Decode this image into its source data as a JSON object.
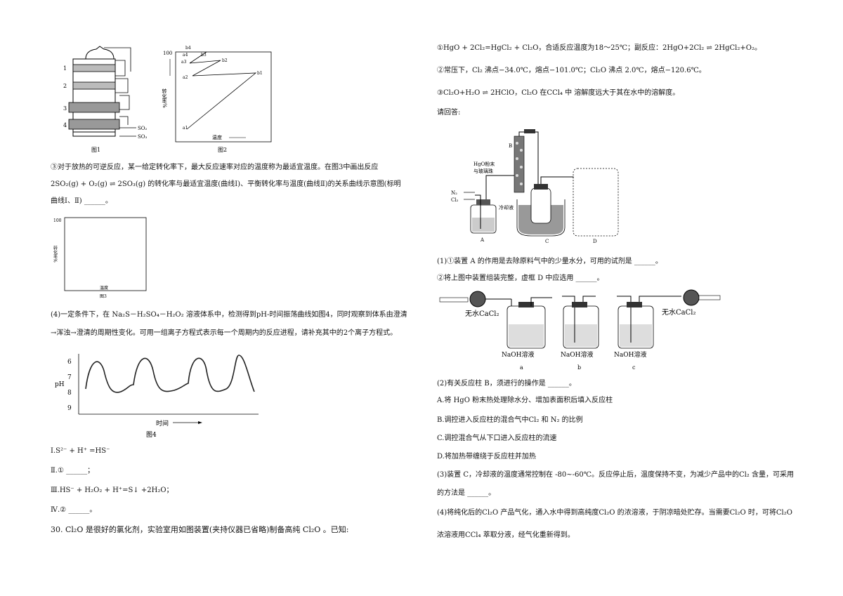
{
  "fig1": {
    "label": "图1",
    "gas_in": "SO₂",
    "gas_out": "SO₃",
    "layers": [
      "1",
      "2",
      "3",
      "4"
    ]
  },
  "fig2": {
    "label": "图2",
    "y_top": "100",
    "y_label": "转化率%",
    "x_label": "温度",
    "points": [
      "a1",
      "a2",
      "a3",
      "a4",
      "b1",
      "b2",
      "b3",
      "b4"
    ]
  },
  "q3_text_1": "③对于放热的可逆反应，某一给定转化率下，最大反应速率对应的温度称为最适宜温度。在图3中画出反应",
  "q3_text_2": "2SO₂(g) + O₂(g) ⇌ 2SO₃(g) 的转化率与最适宜温度(曲线Ⅰ)、平衡转化率与温度(曲线Ⅱ)的关系曲线示意图(标明",
  "q3_text_3": "曲线Ⅰ、Ⅱ) ______。",
  "fig3": {
    "label": "图3",
    "y_top": "100",
    "y_label": "转化率%",
    "x_label": "温度"
  },
  "q4_text_1": "(4)一定条件下，在 Na₂S－H₂SO₄－H₂O₂ 溶液体系中，检测得到pH-时间振荡曲线如图4，同时观察到体系由澄清",
  "q4_text_2": "→浑浊→澄清的周期性变化。可用一组离子方程式表示每一个周期内的反应进程，请补充其中的2个离子方程式。",
  "fig4": {
    "label": "图4",
    "y_label": "pH",
    "x_label": "时间",
    "y_ticks": [
      "6",
      "7",
      "8",
      "9"
    ]
  },
  "eq1": "Ⅰ.S²⁻ + H⁺ =HS⁻",
  "eq2": "Ⅱ.① ______；",
  "eq3": "Ⅲ.HS⁻ + H₂O₂ + H⁺=S↓ +2H₂O；",
  "eq4": "Ⅳ.② ______。",
  "q30": "30.  Cl₂O 是很好的氯化剂，实验室用如图装置(夹持仪器已省略)制备高纯 Cl₂O 。已知:",
  "r1": "①HgO + 2Cl₂=HgCl₂ + Cl₂O，合适反应温度为18～25℃；副反应：2HgO+2Cl₂ ⇌ 2HgCl₂+O₂。",
  "r2": "②常压下，Cl₂ 沸点−34.0℃，熔点−101.0℃；Cl₂O 沸点 2.0℃，熔点−120.6℃。",
  "r3": "③Cl₂O+H₂O ⇌ 2HClO，Cl₂O 在CCl₄ 中  溶解度远大于其在水中的溶解度。",
  "ask": "请回答:",
  "app": {
    "label_b": "B",
    "label_hgo_1": "HgO粉末",
    "label_hgo_2": "与玻璃珠",
    "n2": "N₂",
    "cl2": "Cl₂",
    "cool": "冷却液",
    "a": "A",
    "c": "C",
    "d": "D"
  },
  "p1_1": "(1)①装置 A 的作用是去除原料气中的少量水分，可用的试剂是 ______。",
  "p1_2": "②将上图中装置组装完整，虚框 D 中应选用 ______。",
  "opts": {
    "cacl2": "无水CaCl₂",
    "naoh": "NaOH溶液",
    "a": "a",
    "b": "b",
    "c": "c"
  },
  "p2": "(2)有关反应柱 B，须进行的操作是 ______。",
  "optA": "A.将 HgO 粉末热处理除水分、增加表面积后填入反应柱",
  "optB": "B.调控进入反应柱的混合气中Cl₂ 和 N₂ 的比例",
  "optC": "C.调控混合气从下口进入反应柱的流速",
  "optD": "D.将加热带缠绕于反应柱并加热",
  "p3_1": "(3)装置 C，冷却液的温度通常控制在 -80~-60℃。反应停止后，温度保持不变，为减少产品中的Cl₂ 含量，可采用",
  "p3_2": "的方法是 ______。",
  "p4_1": "(4)将纯化后的Cl₂O 产品气化，通入水中得到高纯度Cl₂O 的浓溶液，于阴凉暗处贮存。当需要Cl₂O 时，可将Cl₂O",
  "p4_2": "浓溶液用CCl₄ 萃取分液，经气化重新得到。"
}
